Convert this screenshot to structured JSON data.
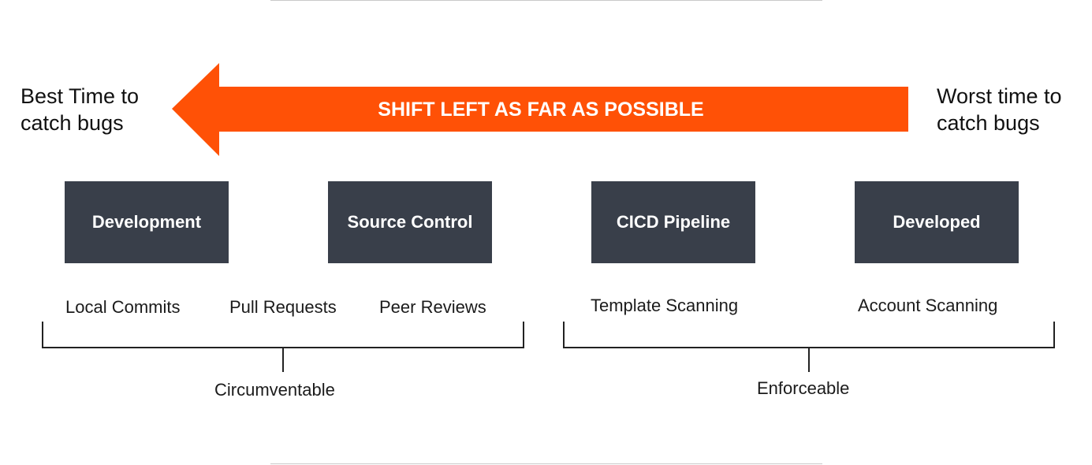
{
  "left_label": {
    "line1": "Best Time to",
    "line2": "catch bugs"
  },
  "right_label": {
    "line1": "Worst time to",
    "line2": "catch bugs"
  },
  "arrow": {
    "text": "SHIFT LEFT AS FAR AS POSSIBLE",
    "color": "#ff5106"
  },
  "stages": [
    {
      "label": "Development"
    },
    {
      "label": "Source Control"
    },
    {
      "label": "CICD Pipeline"
    },
    {
      "label": "Developed"
    }
  ],
  "activities": {
    "local_commits": "Local Commits",
    "pull_requests": "Pull Requests",
    "peer_reviews": "Peer Reviews",
    "template_scanning": "Template Scanning",
    "account_scanning": "Account Scanning"
  },
  "groups": {
    "left": "Circumventable",
    "right": "Enforceable"
  },
  "colors": {
    "box_fill": "#393f4a",
    "box_text": "#ffffff"
  }
}
